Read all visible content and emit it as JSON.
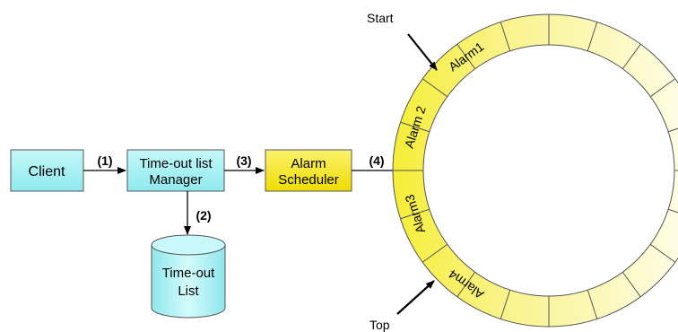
{
  "flow": {
    "client": "Client",
    "manager_line1": "Time-out list",
    "manager_line2": "Manager",
    "scheduler_line1": "Alarm",
    "scheduler_line2": "Scheduler",
    "list_line1": "Time-out",
    "list_line2": "List",
    "step1": "(1)",
    "step2": "(2)",
    "step3": "(3)",
    "step4": "(4)"
  },
  "ring": {
    "start_label": "Start",
    "top_label": "Top",
    "slots": [
      "Alarm1",
      "Alarm 2",
      "Alarm3",
      "Alarm4"
    ]
  },
  "colors": {
    "box_cyan": "#a6f3f6",
    "box_yellow": "#f7e80f",
    "ring_yellow": "#f6ef3a",
    "ring_fade": "#fffde2"
  }
}
